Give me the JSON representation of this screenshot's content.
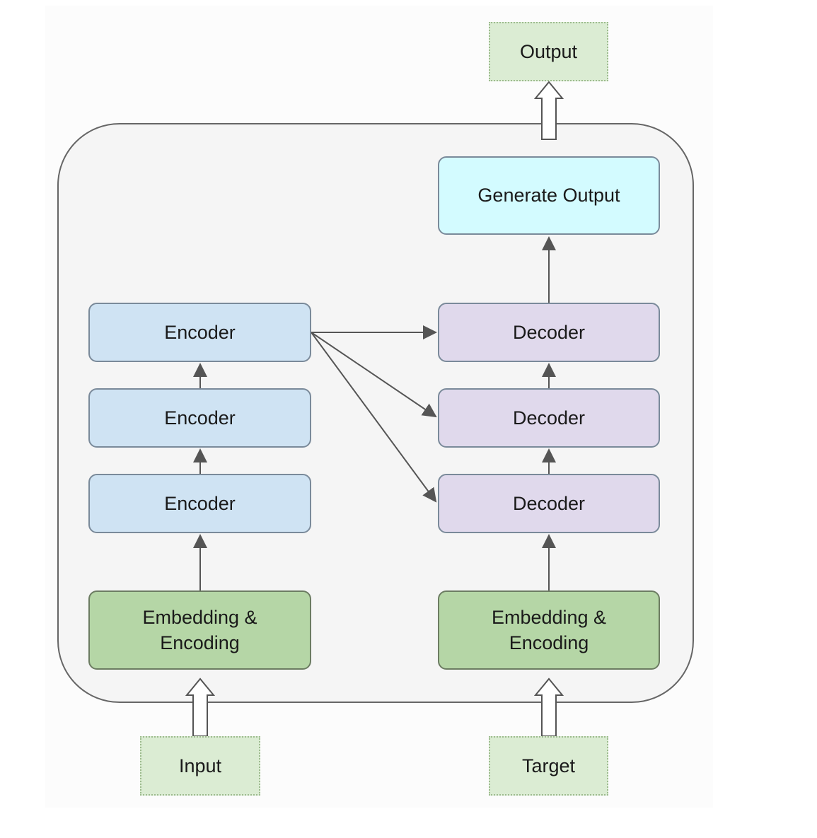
{
  "nodes": {
    "output": "Output",
    "generate_output": "Generate Output",
    "encoders": [
      "Encoder",
      "Encoder",
      "Encoder"
    ],
    "decoders": [
      "Decoder",
      "Decoder",
      "Decoder"
    ],
    "embedding_input": "Embedding &\nEncoding",
    "embedding_target": "Embedding &\nEncoding",
    "input": "Input",
    "target": "Target"
  },
  "colors": {
    "encoder_fill": "#cfe3f3",
    "decoder_fill": "#e0d9ec",
    "embedding_fill": "#b5d6a6",
    "generate_fill": "#d3fbff",
    "io_fill": "#dbecd3",
    "container_fill": "#f5f5f5",
    "stroke": "#555555"
  }
}
